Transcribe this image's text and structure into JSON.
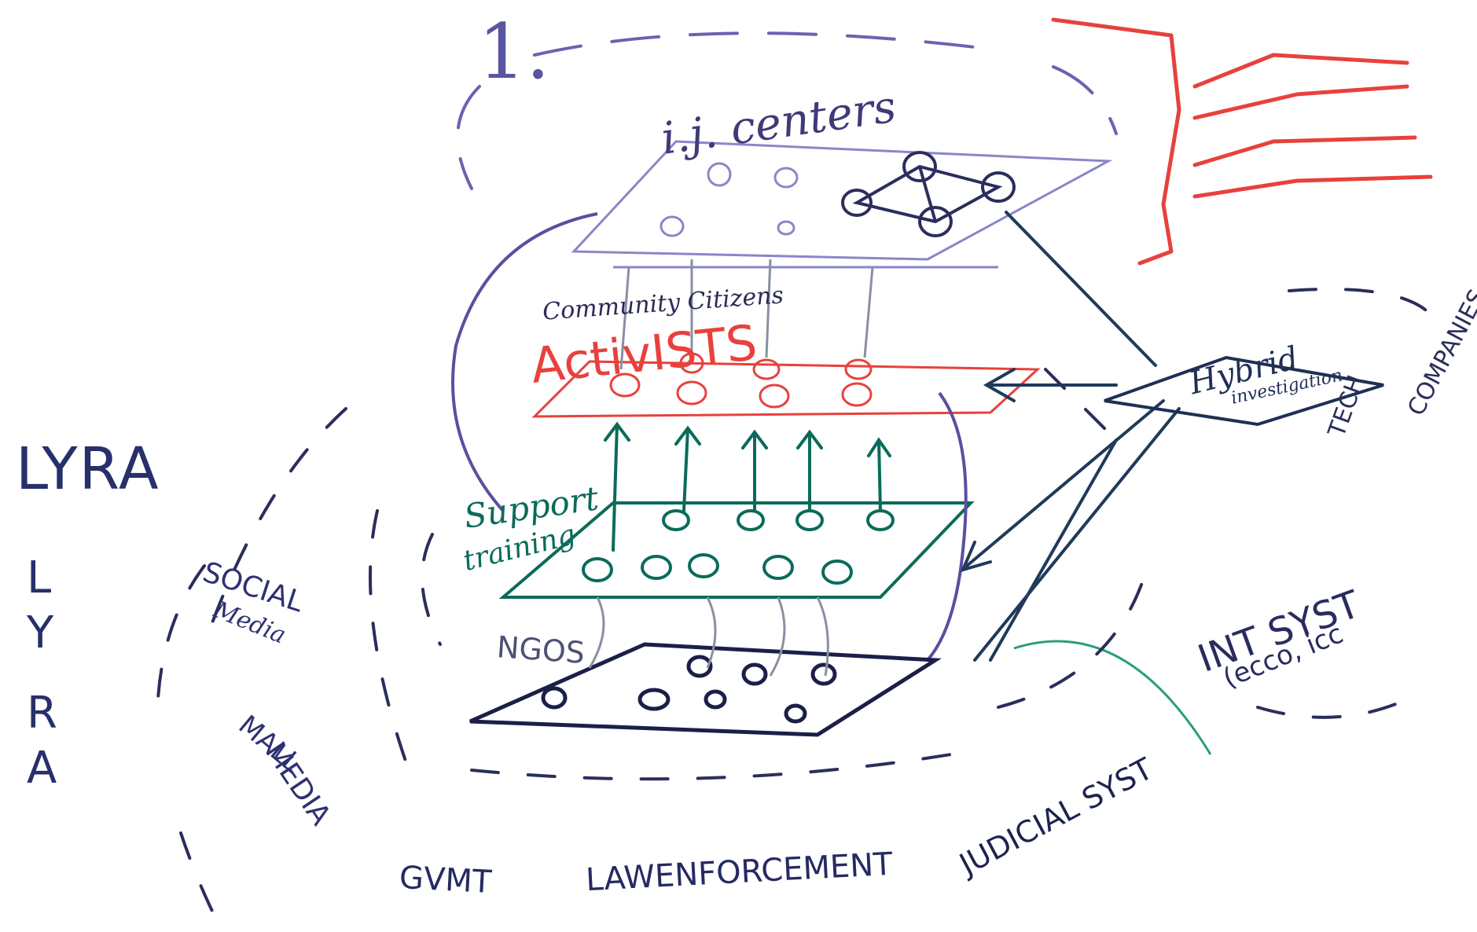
{
  "colors": {
    "ink_purple": "#6a63b0",
    "ink_dark": "#1f2450",
    "ink_red": "#e8413d",
    "ink_green": "#0b6b5a",
    "ink_teal": "#2a9d7c"
  },
  "diagram": {
    "number": "1.",
    "top_layer": "i.j. centers",
    "community_label": "Community Citizens",
    "activists_label": "ActivISTS",
    "support_label": "Support",
    "training_label": "training",
    "ngos_label": "NGOS",
    "hybrid_label": "Hybrid",
    "investigation_label": "investigation",
    "tech_label": "TECH",
    "companies_label": "COMPANIES",
    "intsyst_label": "INT SYST",
    "intsyst_sub": "(ecco, icc",
    "judicial_label": "JUDICIAL SYST",
    "govt_label": "GVMT",
    "law_label": "LAWENFORCEMENT",
    "social_label": "SOCIAL",
    "social_sub": "Media",
    "mall_label": "MALL",
    "mall_sub": "MEDIA"
  },
  "lyra": {
    "word": "LYRA",
    "letters": [
      "L",
      "Y",
      "R",
      "A"
    ]
  }
}
